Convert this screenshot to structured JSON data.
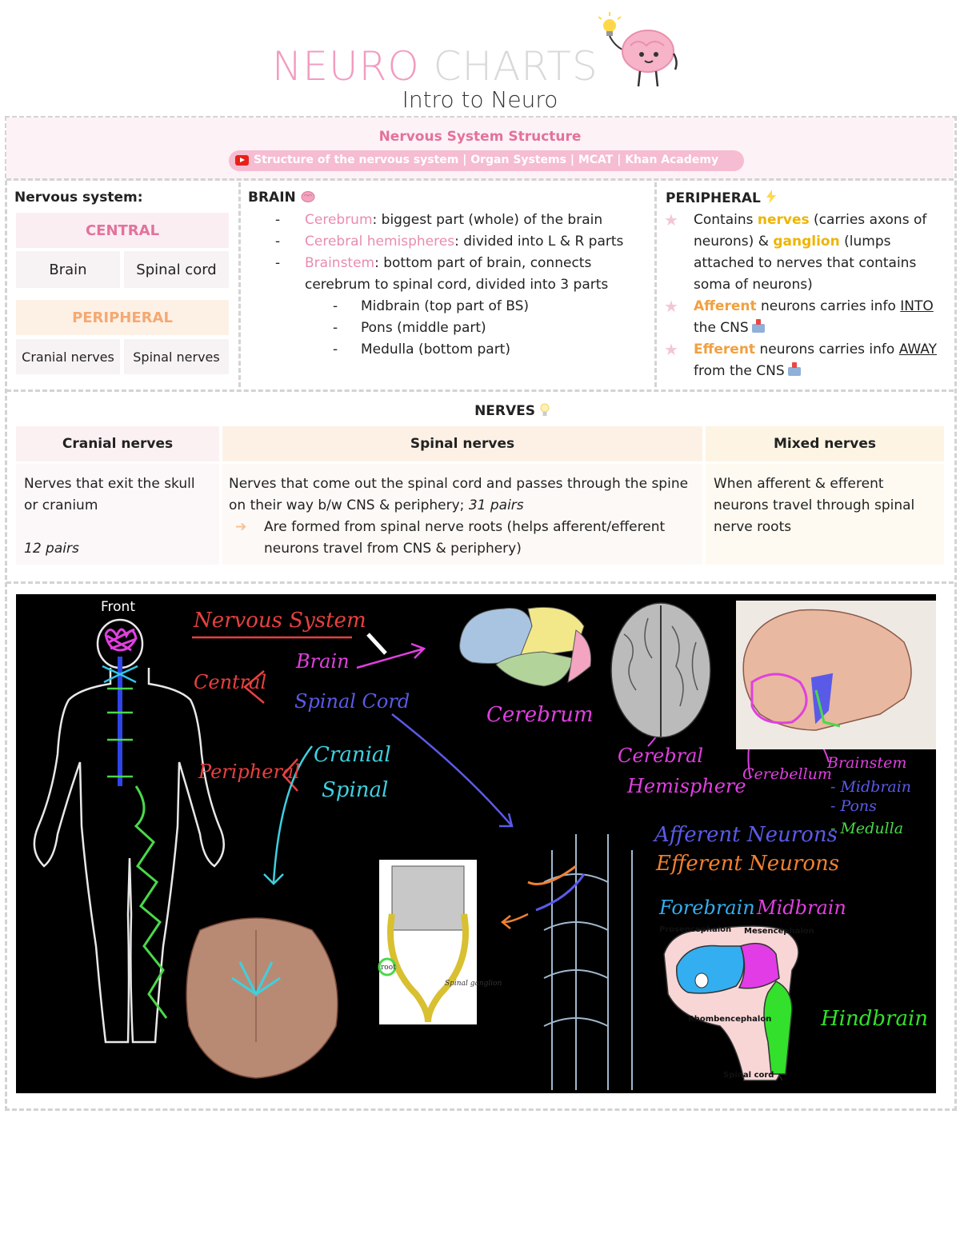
{
  "header": {
    "title_part1": "NEURO",
    "title_part2": "CHARTS",
    "subtitle": "Intro to Neuro"
  },
  "nervous_system_structure": {
    "title": "Nervous System Structure",
    "link_text": "Structure of the nervous system | Organ Systems | MCAT | Khan Academy"
  },
  "nervous_system": {
    "heading": "Nervous system:",
    "central": "CENTRAL",
    "central_items": [
      "Brain",
      "Spinal cord"
    ],
    "peripheral": "PERIPHERAL",
    "peripheral_items": [
      "Cranial nerves",
      "Spinal nerves"
    ]
  },
  "brain": {
    "heading": "BRAIN",
    "items": [
      {
        "term": "Cerebrum",
        "text": ": biggest part (whole) of the brain"
      },
      {
        "term": "Cerebral hemispheres",
        "text": ": divided into L & R parts"
      },
      {
        "term": "Brainstem",
        "text": ": bottom part of brain, connects cerebrum to spinal cord, divided into 3 parts"
      }
    ],
    "sub_items": [
      "Midbrain (top part of BS)",
      "Pons (middle part)",
      "Medulla (bottom part)"
    ]
  },
  "peripheral": {
    "heading": "PERIPHERAL",
    "p1_a": "Contains ",
    "p1_b": "nerves",
    "p1_c": " (carries axons of neurons) & ",
    "p1_d": "ganglion",
    "p1_e": " (lumps attached to nerves that contains soma of neurons)",
    "p2_a": "Afferent",
    "p2_b": " neurons carries info ",
    "p2_c": "INTO",
    "p2_d": " the CNS",
    "p3_a": "Efferent",
    "p3_b": " neurons carries info ",
    "p3_c": "AWAY",
    "p3_d": " from the CNS"
  },
  "nerves": {
    "heading": "NERVES",
    "columns": [
      "Cranial nerves",
      "Spinal nerves",
      "Mixed nerves"
    ],
    "cranial_line1": "Nerves that exit the skull or cranium",
    "cranial_line2": "12 pairs",
    "spinal_line1": "Nerves that come out the spinal cord and passes through the spine on their way b/w CNS & periphery; ",
    "spinal_pairs": "31 pairs",
    "spinal_line2": "Are formed from spinal nerve roots (helps afferent/efferent neurons travel from CNS & periphery)",
    "mixed": "When afferent & efferent neurons travel through spinal nerve roots"
  },
  "diagram": {
    "front": "Front",
    "nervous_system": "Nervous System",
    "central": "Central",
    "brain": "Brain",
    "spinal_cord": "Spinal Cord",
    "peripheral": "Peripheral",
    "cranial": "Cranial",
    "spinal": "Spinal",
    "cerebrum": "Cerebrum",
    "cerebral_hemisphere_1": "Cerebral",
    "cerebral_hemisphere_2": "Hemisphere",
    "cerebellum": "Cerebellum",
    "brainstem": "Brainstem",
    "midbrain_item": "- Midbrain",
    "pons_item": "- Pons",
    "medulla_item": "- Medulla",
    "afferent_neurons": "Afferent Neurons",
    "efferent_neurons": "Efferent Neurons",
    "forebrain": "Forebrain",
    "midbrain": "Midbrain",
    "hindbrain": "Hindbrain",
    "prosencephalon": "Prosencephalon",
    "mesencephalon": "Mesencephalon",
    "rhombencephalon": "Rhombencephalon",
    "spinal_cord_label": "Spinal cord",
    "spinal_ganglion": "Spinal ganglion",
    "root": "root"
  },
  "colors": {
    "pink": "#e98bb0",
    "gold": "#efb400",
    "orange": "#f0a040",
    "central_bg": "#fbeef3",
    "peripheral_bg": "#fdf1e6"
  }
}
